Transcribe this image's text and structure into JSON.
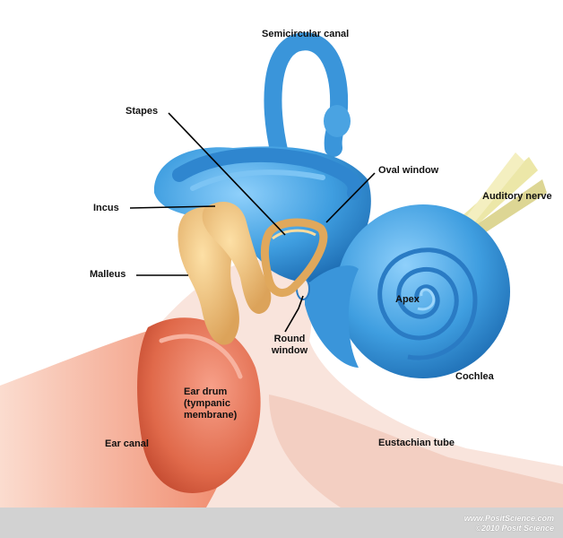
{
  "labels": {
    "semicircular_canal": "Semicircular canal",
    "stapes": "Stapes",
    "oval_window": "Oval window",
    "auditory_nerve": "Auditory nerve",
    "incus": "Incus",
    "malleus": "Malleus",
    "apex": "Apex",
    "round_window_line1": "Round",
    "round_window_line2": "window",
    "cochlea": "Cochlea",
    "ear_drum_line1": "Ear drum",
    "ear_drum_line2": "(tympanic",
    "ear_drum_line3": "membrane)",
    "ear_canal": "Ear canal",
    "eustachian_tube": "Eustachian tube"
  },
  "credits": {
    "website": "www.PositScience.com",
    "copyright": "©2010 Posit Science"
  },
  "colors": {
    "inner_ear_blue": "#4aa3e2",
    "bone_tan": "#f0c27a",
    "ear_canal_red": "#e0694a",
    "tissue_pink": "#f7dcd2",
    "nerve_yellow": "#ece7a8",
    "footer_gray": "#d2d2d2"
  }
}
